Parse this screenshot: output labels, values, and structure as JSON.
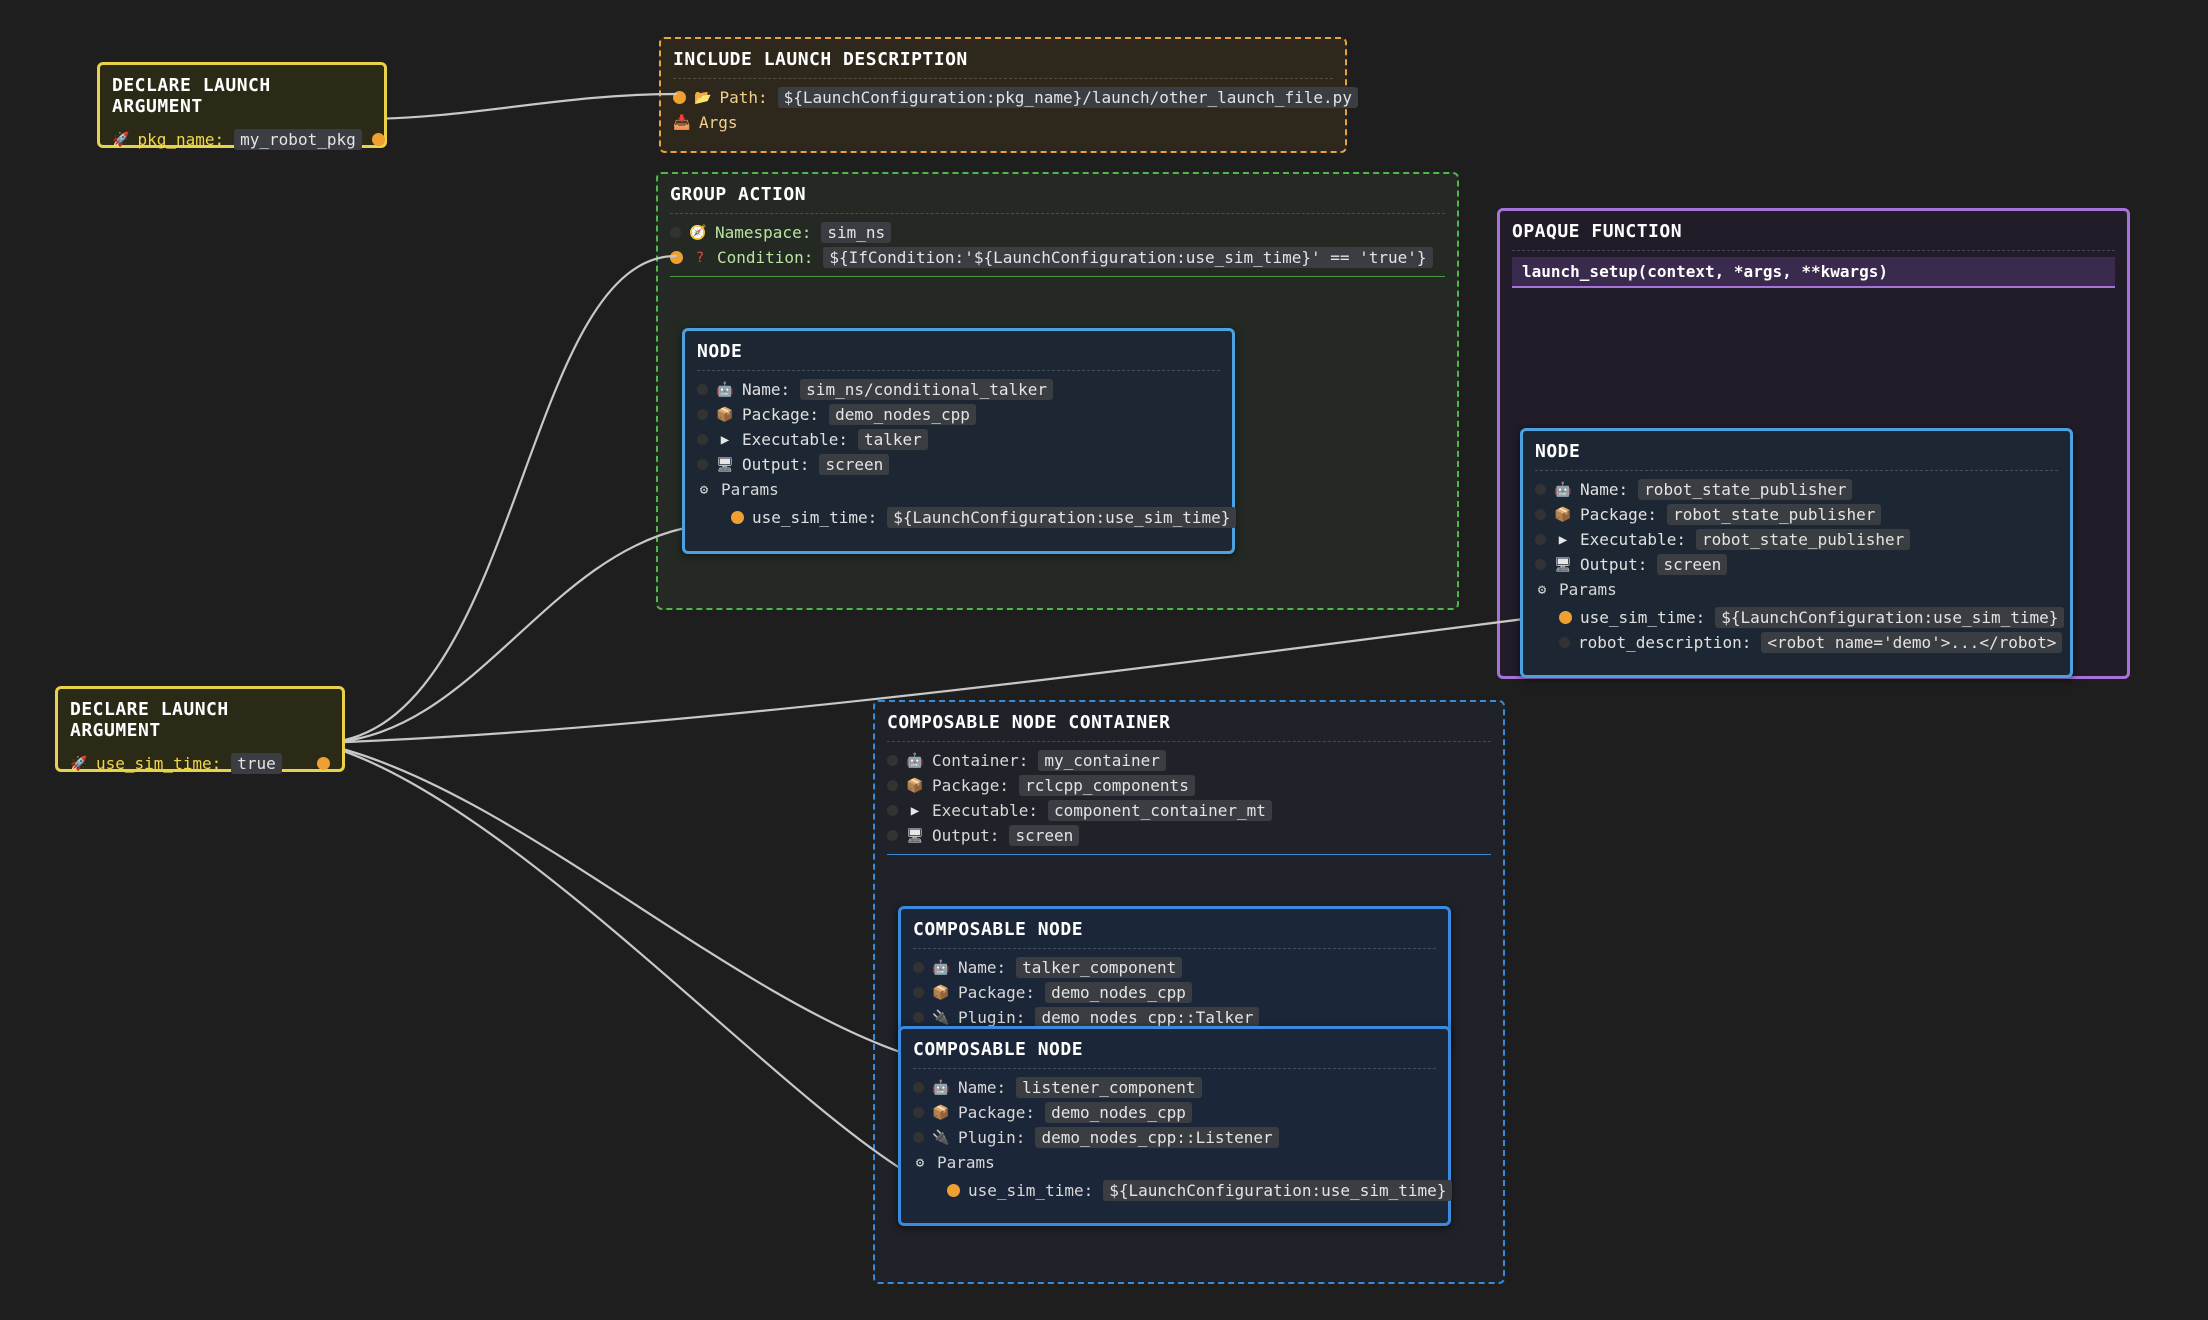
{
  "colors": {
    "background": "#1e1e1e",
    "launch_argument": "#e8d24a",
    "include": "#e8a240",
    "group": "#4fb84a",
    "node": "#4aa3e0",
    "opaque": "#a773d8",
    "container": "#3a8ad6",
    "port": "#f0a030",
    "wire": "#c8c8c8"
  },
  "arg1": {
    "title": "DECLARE LAUNCH ARGUMENT",
    "icon": "rocket-icon",
    "label": "pkg_name:",
    "value": "my_robot_pkg"
  },
  "arg2": {
    "title": "DECLARE LAUNCH ARGUMENT",
    "icon": "rocket-icon",
    "label": "use_sim_time:",
    "value": "true"
  },
  "include": {
    "title": "INCLUDE LAUNCH DESCRIPTION",
    "path_label": "Path:",
    "path_value": "${LaunchConfiguration:pkg_name}/launch/other_launch_file.py",
    "args_label": "Args"
  },
  "group": {
    "title": "GROUP ACTION",
    "namespace_label": "Namespace:",
    "namespace_value": "sim_ns",
    "condition_label": "Condition:",
    "condition_value": "${IfCondition:'${LaunchConfiguration:use_sim_time}' == 'true'}",
    "node": {
      "title": "NODE",
      "name_label": "Name:",
      "name_value": "sim_ns/conditional_talker",
      "package_label": "Package:",
      "package_value": "demo_nodes_cpp",
      "exec_label": "Executable:",
      "exec_value": "talker",
      "output_label": "Output:",
      "output_value": "screen",
      "params_label": "Params",
      "param1_label": "use_sim_time:",
      "param1_value": "${LaunchConfiguration:use_sim_time}"
    }
  },
  "opaque": {
    "title": "OPAQUE FUNCTION",
    "function": "launch_setup(context, *args, **kwargs)",
    "node": {
      "title": "NODE",
      "name_label": "Name:",
      "name_value": "robot_state_publisher",
      "package_label": "Package:",
      "package_value": "robot_state_publisher",
      "exec_label": "Executable:",
      "exec_value": "robot_state_publisher",
      "output_label": "Output:",
      "output_value": "screen",
      "params_label": "Params",
      "param1_label": "use_sim_time:",
      "param1_value": "${LaunchConfiguration:use_sim_time}",
      "param2_label": "robot_description:",
      "param2_value": "<robot name='demo'>...</robot>"
    }
  },
  "container": {
    "title": "COMPOSABLE NODE CONTAINER",
    "container_label": "Container:",
    "container_value": "my_container",
    "package_label": "Package:",
    "package_value": "rclcpp_components",
    "exec_label": "Executable:",
    "exec_value": "component_container_mt",
    "output_label": "Output:",
    "output_value": "screen",
    "cnode1": {
      "title": "COMPOSABLE NODE",
      "name_label": "Name:",
      "name_value": "talker_component",
      "package_label": "Package:",
      "package_value": "demo_nodes_cpp",
      "plugin_label": "Plugin:",
      "plugin_value": "demo_nodes_cpp::Talker"
    },
    "cnode2": {
      "title": "COMPOSABLE NODE",
      "name_label": "Name:",
      "name_value": "listener_component",
      "package_label": "Package:",
      "package_value": "demo_nodes_cpp",
      "plugin_label": "Plugin:",
      "plugin_value": "demo_nodes_cpp::Listener",
      "params_label": "Params",
      "param1_label": "use_sim_time:",
      "param1_value": "${LaunchConfiguration:use_sim_time}"
    }
  }
}
